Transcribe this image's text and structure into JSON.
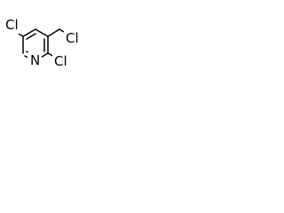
{
  "structure": {
    "atoms": {
      "chlorine_left": "Cl",
      "chlorine_right": "Cl",
      "nitrogen": "N",
      "chlorine_methyl": "Cl"
    }
  },
  "colors": {
    "bond": "#000000",
    "text": "#000000",
    "background": "#ffffff"
  }
}
